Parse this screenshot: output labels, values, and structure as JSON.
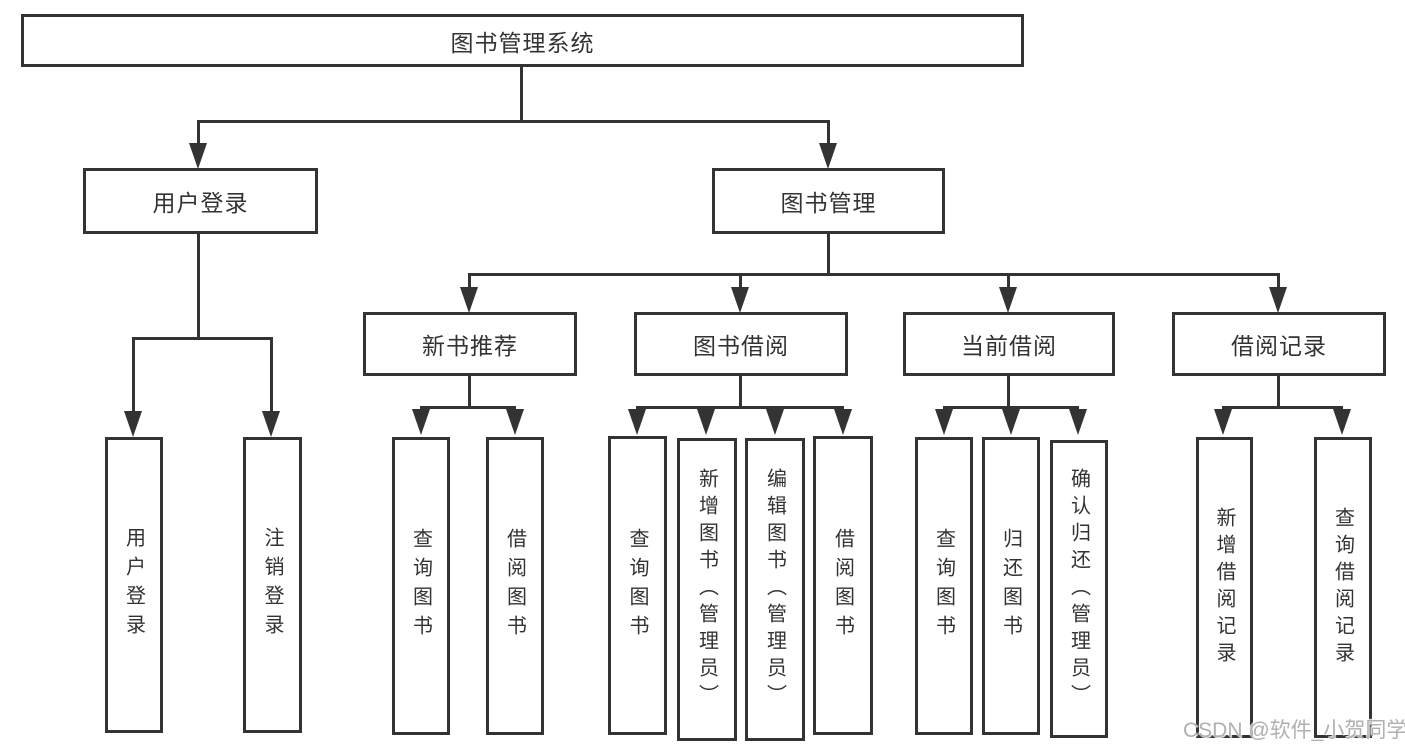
{
  "tree": {
    "root": {
      "label": "图书管理系统"
    },
    "branches": [
      {
        "label": "用户登录",
        "children": [
          {
            "label": "用户登录"
          },
          {
            "label": "注销登录"
          }
        ]
      },
      {
        "label": "图书管理",
        "children": [
          {
            "label": "新书推荐",
            "children": [
              {
                "label": "查询图书"
              },
              {
                "label": "借阅图书"
              }
            ]
          },
          {
            "label": "图书借阅",
            "children": [
              {
                "label": "查询图书"
              },
              {
                "label": "新增图书（管理员）"
              },
              {
                "label": "编辑图书（管理员）"
              },
              {
                "label": "借阅图书"
              }
            ]
          },
          {
            "label": "当前借阅",
            "children": [
              {
                "label": "查询图书"
              },
              {
                "label": "归还图书"
              },
              {
                "label": "确认归还（管理员）"
              }
            ]
          },
          {
            "label": "借阅记录",
            "children": [
              {
                "label": "新增借阅记录"
              },
              {
                "label": "查询借阅记录"
              }
            ]
          }
        ]
      }
    ]
  },
  "watermark": {
    "text": "CSDN @软件_小贺同学"
  },
  "colors": {
    "line": "#333333",
    "text": "#333333",
    "background": "#ffffff",
    "watermark": "#b0b0b0"
  }
}
